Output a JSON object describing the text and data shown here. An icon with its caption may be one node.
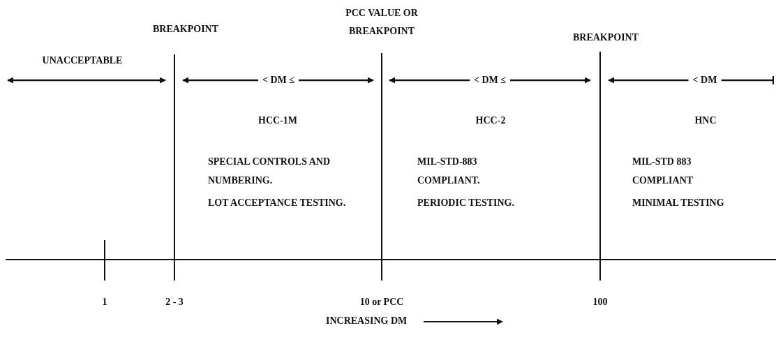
{
  "diagram": {
    "labels": [
      "PCC VALUE OR BREAKPOINT",
      "BREAKPOINT",
      "BREAKPOINT",
      "UNACCEPTABLE",
      "< DM ≤",
      "< DM ≤",
      "< DM",
      "HCC-1M",
      "HCC-2",
      "HNC",
      "SPECIAL CONTROLS AND NUMBERING.",
      "MIL-STD-883 COMPLIANT.",
      "MIL-STD 883 COMPLIANT",
      "LOT ACCEPTANCE TESTING.",
      "PERIODIC TESTING.",
      "MINIMAL TESTING",
      "1",
      "2 - 3",
      "10 or PCC",
      "100",
      "INCREASING DM"
    ]
  }
}
